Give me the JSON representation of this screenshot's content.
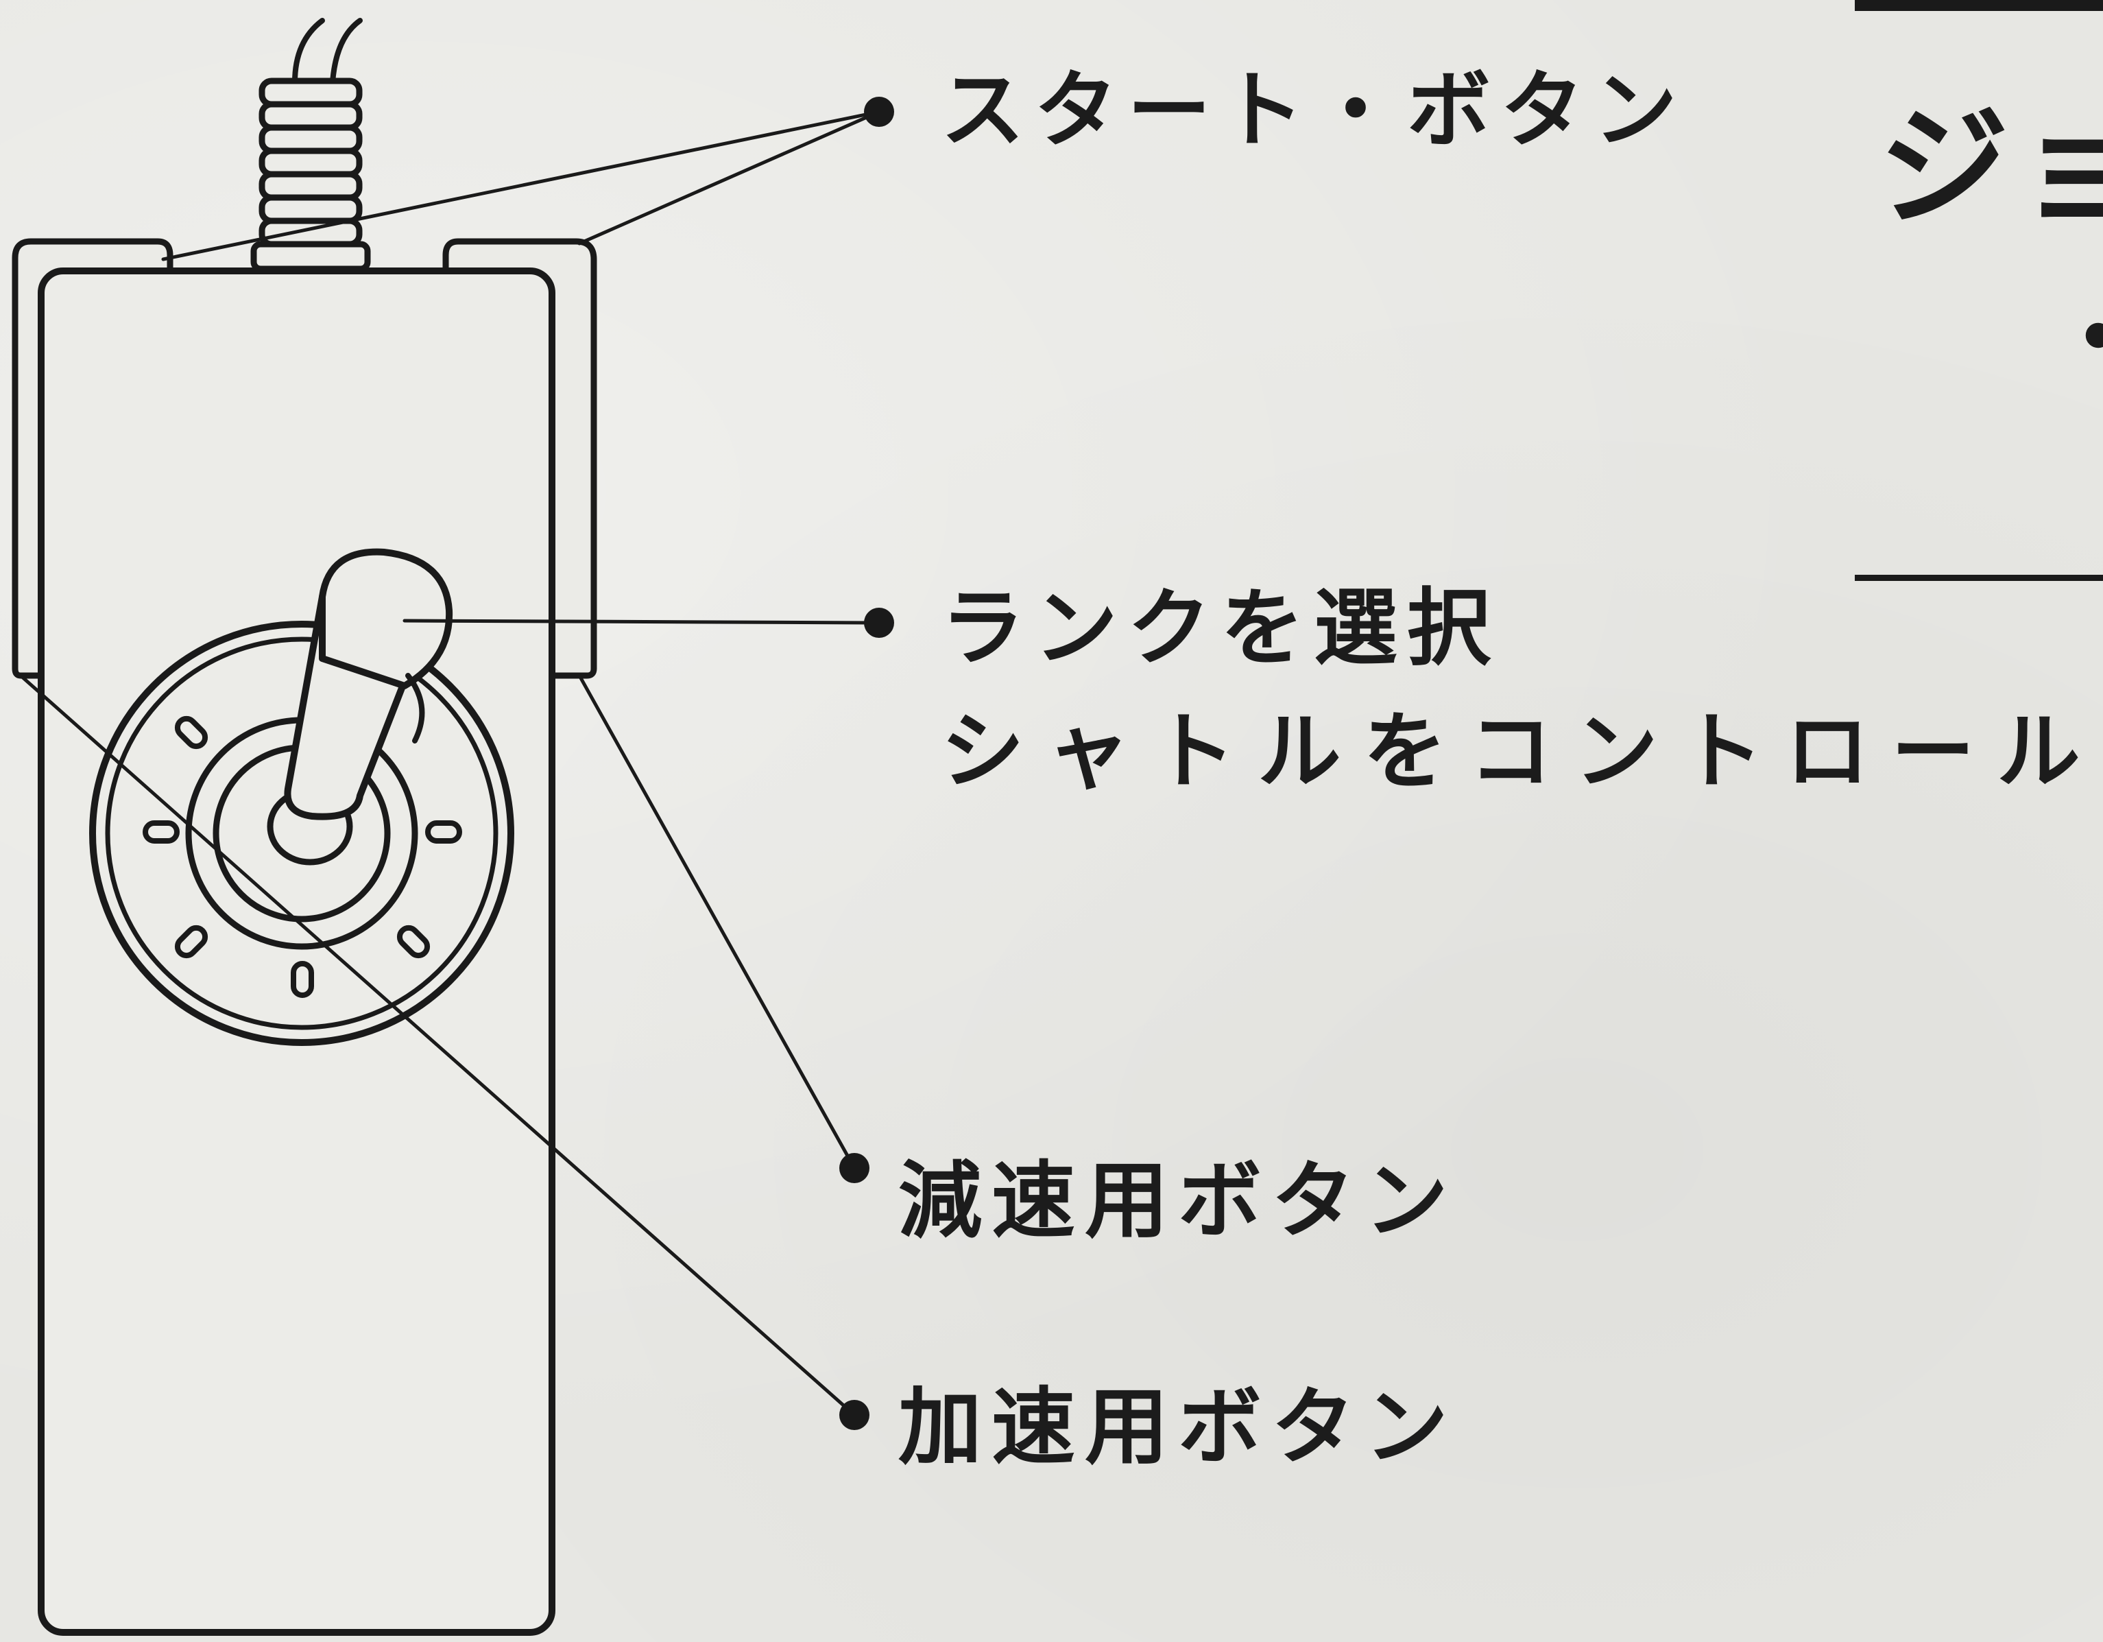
{
  "labels": {
    "start_button": "スタート・ボタン",
    "select_rank": "ランクを選択",
    "control_shuttle": "シャトルをコントロール",
    "decelerate_button": "減速用ボタン",
    "accelerate_button": "加速用ボタン"
  },
  "title_partial": "ジョ",
  "title_partial_line2": "・",
  "colors": {
    "paper": "#e7e7e3",
    "ink": "#1a1a1a"
  }
}
